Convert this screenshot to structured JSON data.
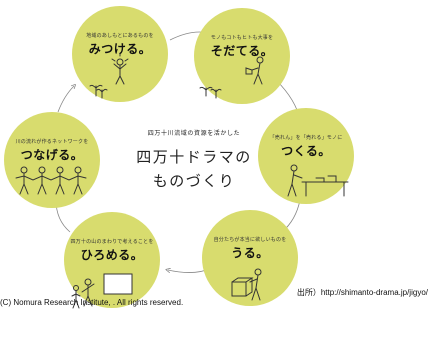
{
  "diagram": {
    "center": {
      "subtitle": "四万十川流域の資源を活かした",
      "title_line1": "四万十ドラマの",
      "title_line2": "ものづくり"
    },
    "nodes": [
      {
        "id": "mitsukeru",
        "subtitle": "地域のあしもとにあるものを",
        "verb": "みつける。"
      },
      {
        "id": "sodateru",
        "subtitle": "モノもコトもヒトも大事を",
        "verb": "そだてる。"
      },
      {
        "id": "tsukuru",
        "subtitle": "「売れん」を「売れる」モノに",
        "verb": "つくる。"
      },
      {
        "id": "uru",
        "subtitle": "自分たちが本当に欲しいものを",
        "verb": "うる。"
      },
      {
        "id": "hiromeru",
        "subtitle": "四万十の山のまわりで考えることを",
        "verb": "ひろめる。"
      },
      {
        "id": "tsunageru",
        "subtitle": "川の流れが作るネットワークを",
        "verb": "つなげる。"
      }
    ],
    "colors": {
      "node_fill": "#d8dc6e",
      "arrow": "#888888",
      "ink": "#222222"
    }
  },
  "footer": {
    "source": "出所）http://shimanto-drama.jp/jigyo/",
    "copyright": "(C) Nomura Research Institute, . All rights reserved."
  }
}
